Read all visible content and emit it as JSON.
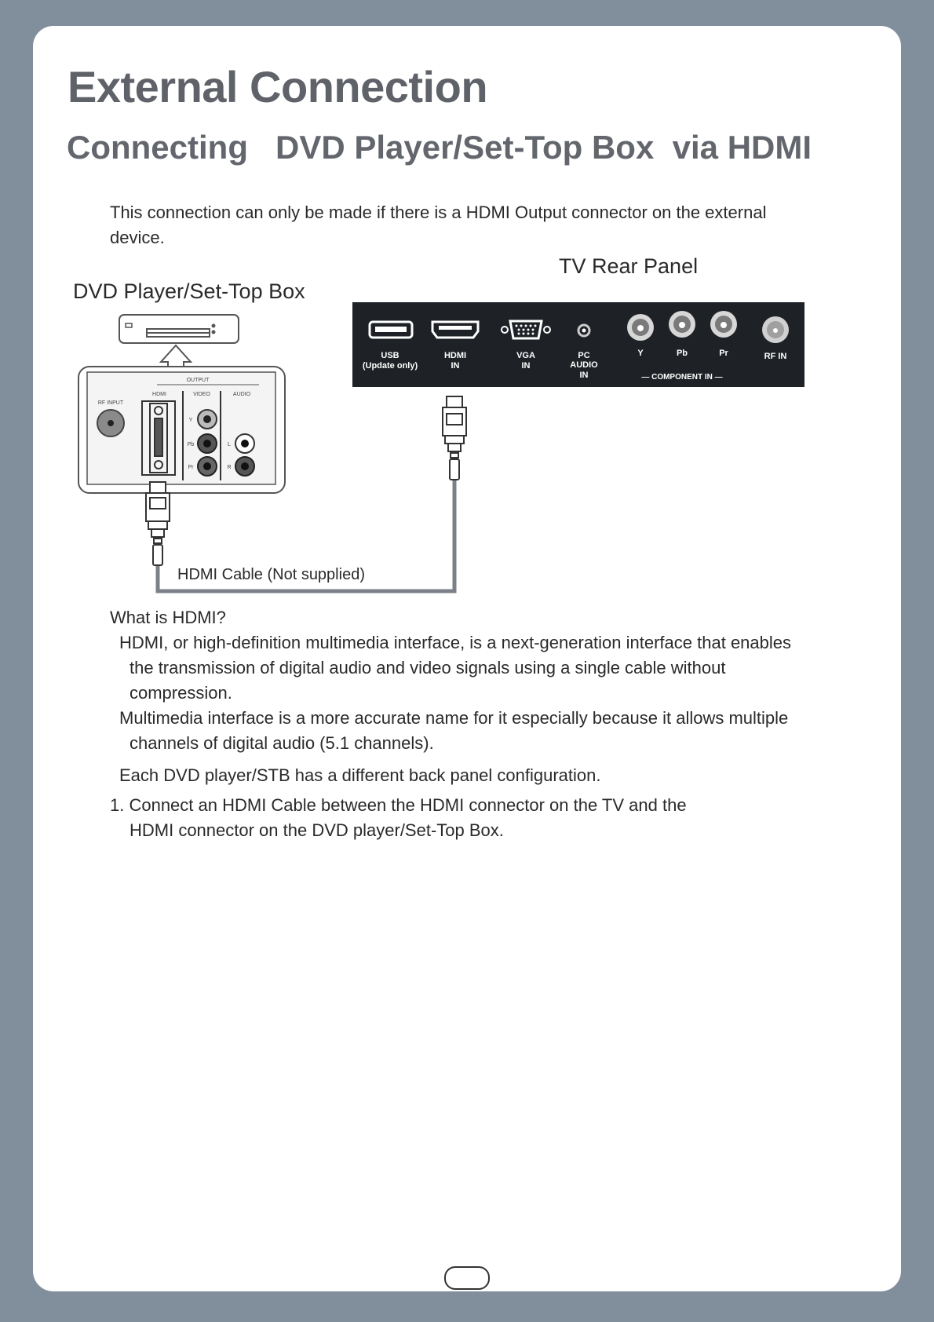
{
  "page": {
    "title": "External Connection",
    "subtitle": "Connecting   DVD Player/Set-Top Box  via HDMI",
    "intro_line1": "This connection can only be made if there is a HDMI Output connector on the external",
    "intro_line2": "device.",
    "page_number": ""
  },
  "diagram": {
    "tv_panel_label": "TV Rear Panel",
    "dvd_label": "DVD Player/Set-Top Box",
    "cable_label": "HDMI Cable (Not supplied)",
    "tv_ports": {
      "usb_1": "USB",
      "usb_2": "(Update only)",
      "hdmi_1": "HDMI",
      "hdmi_2": "IN",
      "vga_1": "VGA",
      "vga_2": "IN",
      "pc_1": "PC",
      "pc_2": "AUDIO",
      "pc_3": "IN",
      "y": "Y",
      "pb": "Pb",
      "pr": "Pr",
      "rf": "RF IN",
      "component": "— COMPONENT IN —"
    },
    "dvd_panel": {
      "output": "OUTPUT",
      "rf_input": "RF INPUT",
      "hdmi": "HDMI",
      "video": "VIDEO",
      "audio": "AUDIO",
      "y": "Y",
      "pb": "Pb",
      "pr": "Pr",
      "l": "L",
      "r": "R"
    }
  },
  "body": {
    "q_title": "What is HDMI?",
    "p1_l1": "HDMI, or high-definition multimedia interface, is a next-generation interface that enables",
    "p1_l2": "the transmission of digital audio and video signals using a single cable without",
    "p1_l3": "compression.",
    "p2_l1": "Multimedia interface is a more accurate name for it especially because it allows multiple",
    "p2_l2": "channels of digital audio (5.1 channels).",
    "p3": "Each DVD player/STB has a different back panel configuration.",
    "step1_l1": "1. Connect an HDMI Cable between the HDMI connector on the TV and the",
    "step1_l2": "HDMI connector on the DVD player/Set-Top Box."
  }
}
